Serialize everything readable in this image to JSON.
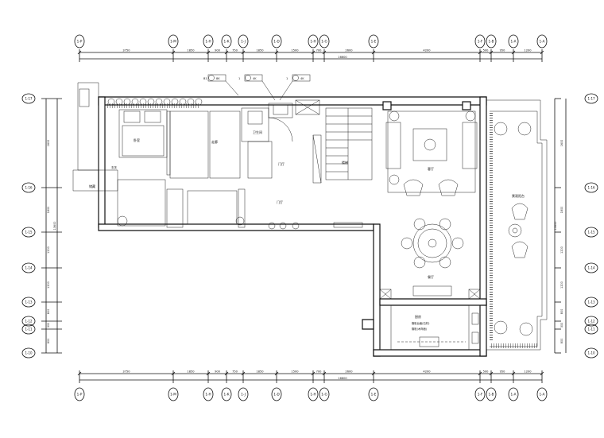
{
  "axes_top": [
    "1-P",
    "1-M",
    "1-H",
    "1-K",
    "1-J",
    "1-D",
    "1-H",
    "1-G",
    "1-E",
    "1-F",
    "1-B",
    "1-A",
    "1-A"
  ],
  "axes_bottom": [
    "1-P",
    "1-M",
    "1-H",
    "1-K",
    "1-J",
    "1-D",
    "1-H",
    "1-G",
    "1-E",
    "1-F",
    "1-B",
    "1-A",
    "1-A"
  ],
  "axes_left": [
    "1-17",
    "1-16",
    "1-15",
    "1-14",
    "1-13",
    "1-12",
    "1-11",
    "1-10"
  ],
  "axes_right": [
    "1-17",
    "1-16",
    "1-15",
    "1-14",
    "1-13",
    "1-12",
    "1-11",
    "1-10"
  ],
  "dims_top": [
    "3750",
    "1850",
    "900",
    "750",
    "1850",
    "1500",
    "700",
    "2600",
    "4200",
    "500",
    "950",
    "1200"
  ],
  "dims_bottom": [
    "3750",
    "1850",
    "900",
    "750",
    "1850",
    "1500",
    "700",
    "2600",
    "4200",
    "500",
    "950",
    "1200"
  ],
  "dim_total_top": "16600",
  "dim_total_bottom": "16600",
  "dims_left": [
    "1600",
    "1800",
    "1200",
    "1200",
    "800",
    "300",
    "800"
  ],
  "dims_right": [
    "1600",
    "1800",
    "1200",
    "1200",
    "800",
    "300",
    "800"
  ],
  "dim_total_left": "10600",
  "dim_total_right": "10600",
  "callouts": [
    {
      "tag": "B1",
      "label": "8K"
    },
    {
      "tag": "1",
      "label": "4K"
    },
    {
      "tag": "1",
      "label": "4K"
    }
  ],
  "rooms": {
    "bedroom": "卧室",
    "entry": "玄关",
    "corridor": "走廊",
    "toilet": "卫生间",
    "hall": "门厅",
    "living": "客厅",
    "dining": "餐厅",
    "kitchen": "厨房",
    "balcony": "景观阳台",
    "storage": "储藏",
    "stair": "楼梯"
  },
  "kitchen_notes": [
    "橱柜台面(石材)",
    "橱柜(木饰面)"
  ]
}
